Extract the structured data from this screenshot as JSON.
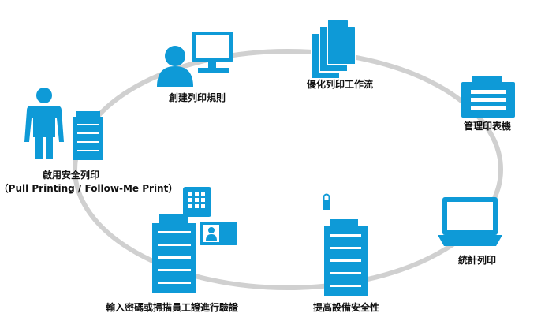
{
  "diagram": {
    "colors": {
      "accent": "#0e9ad7",
      "ring": "#d0d0d0",
      "text": "#111111",
      "white": "#ffffff"
    },
    "nodes": [
      {
        "id": "create-rules",
        "icon": "user-at-computer-icon",
        "label": "創建列印規則"
      },
      {
        "id": "optimize-workflow",
        "icon": "document-stack-icon",
        "label": "優化列印工作流"
      },
      {
        "id": "manage-printers",
        "icon": "printer-icon",
        "label": "管理印表機"
      },
      {
        "id": "statistics",
        "icon": "laptop-icon",
        "label": "統計列印"
      },
      {
        "id": "security",
        "icon": "secure-mfp-icon",
        "label": "提高設備安全性"
      },
      {
        "id": "authenticate",
        "icon": "mfp-with-keypad-and-badge-icon",
        "label": "輸入密碼或掃描員工證進行驗證"
      },
      {
        "id": "secure-print",
        "icon": "person-at-printer-icon",
        "label": "啟用安全列印",
        "sublabel": "（Pull Printing / Follow-Me Print）"
      }
    ]
  }
}
